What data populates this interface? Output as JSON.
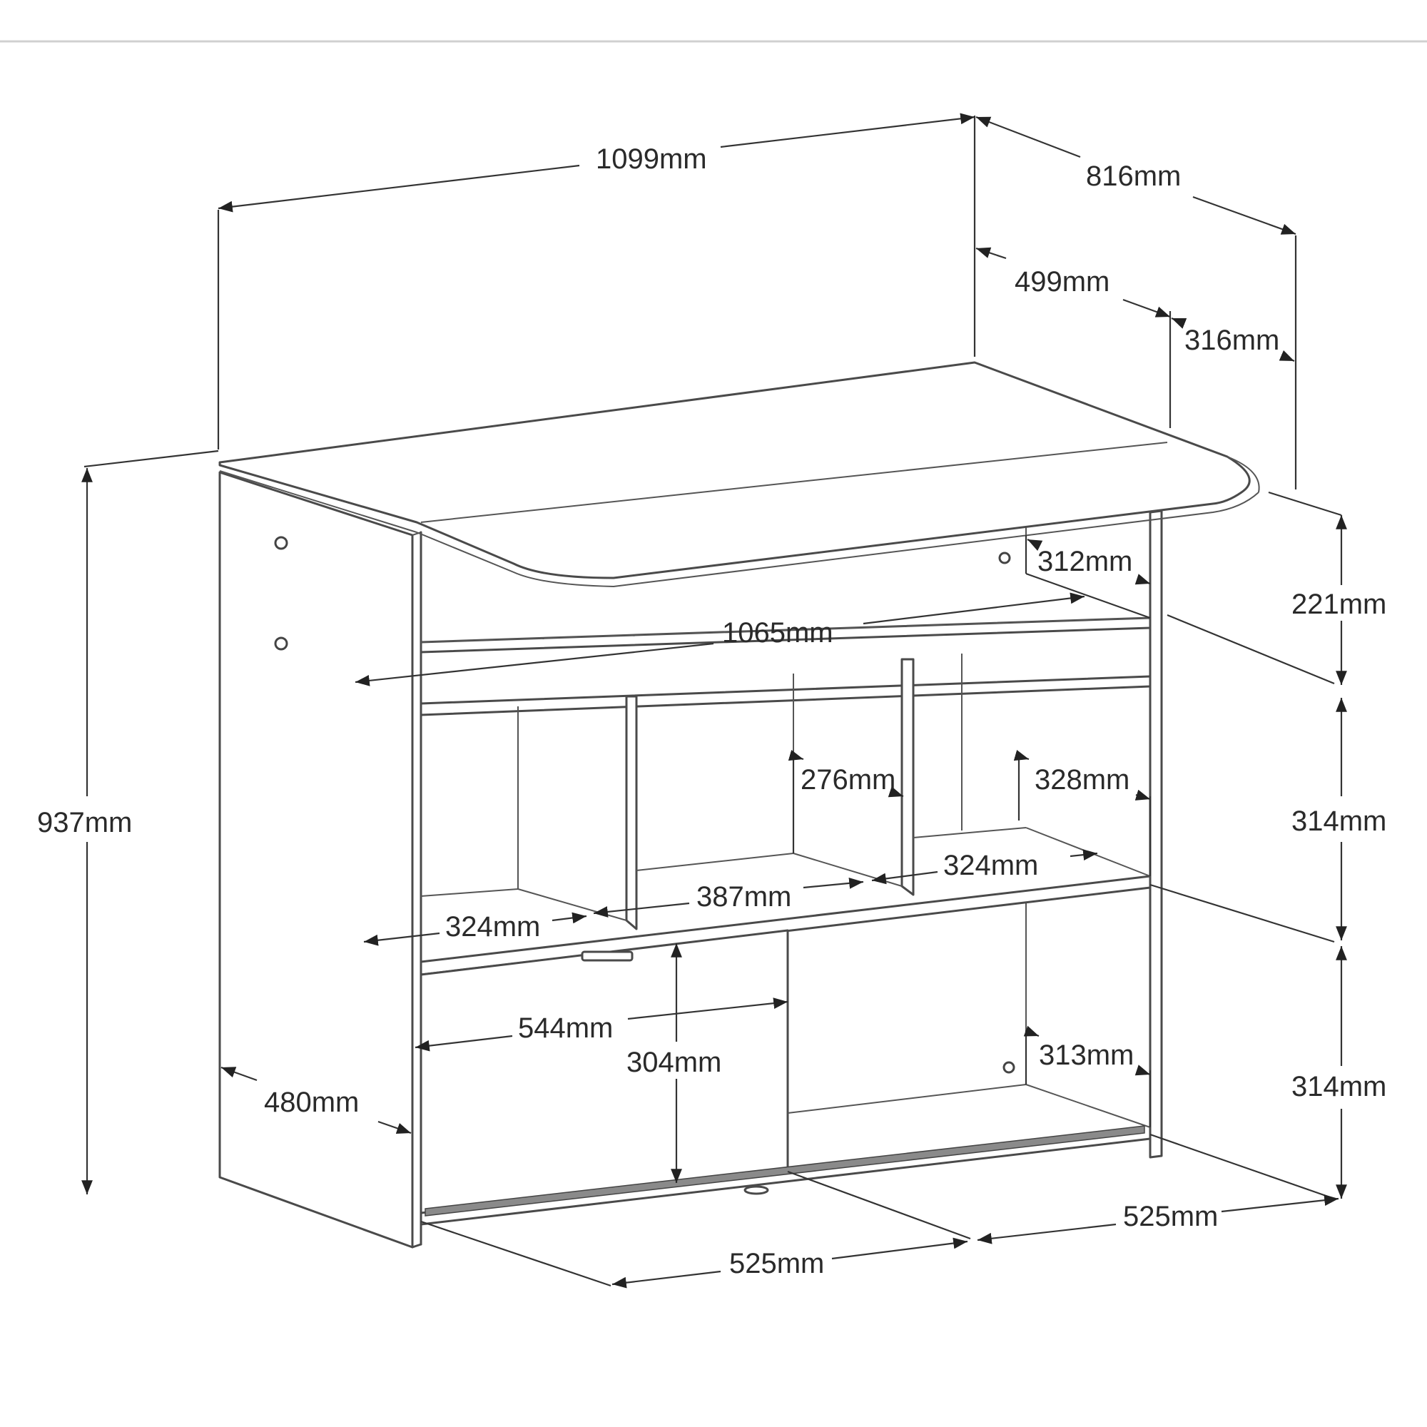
{
  "header": {
    "divider_color": "#d0d0d0"
  },
  "diagram": {
    "line_color": "#4a4a4a",
    "text_color": "#2a2a2a",
    "dimensions": {
      "overall_width": "1099mm",
      "overall_depth": "816mm",
      "top_depth": "499mm",
      "top_overhang": "316mm",
      "overall_height": "937mm",
      "top_section_height": "221mm",
      "middle_section_height": "314mm",
      "bottom_section_height": "314mm",
      "upper_shelf_depth": "312mm",
      "inner_width": "1065mm",
      "cubby_height": "276mm",
      "right_cubby_height": "328mm",
      "right_cubby_width": "324mm",
      "middle_cubby_width": "387mm",
      "left_cubby_width": "324mm",
      "drawer_width": "544mm",
      "drawer_height": "304mm",
      "lower_shelf_depth": "313mm",
      "side_depth": "480mm",
      "bottom_width_left": "525mm",
      "bottom_width_right": "525mm"
    }
  }
}
